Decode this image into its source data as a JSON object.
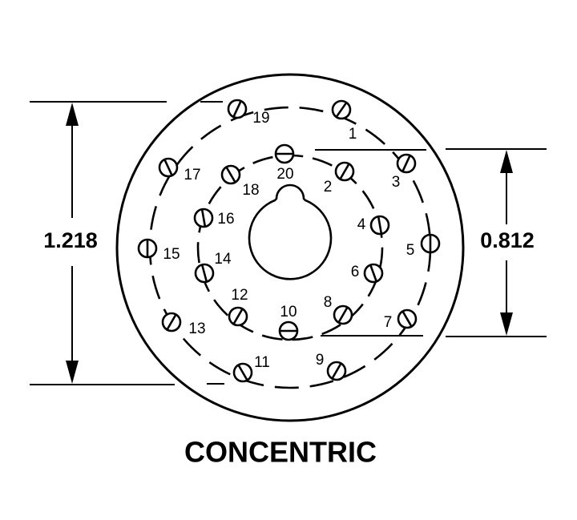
{
  "title": "CONCENTRIC",
  "dimensions": {
    "outer_circle_diameter": "1.218",
    "inner_circle_diameter": "0.812"
  },
  "outer_ring_pins": [
    "1",
    "3",
    "5",
    "7",
    "9",
    "11",
    "13",
    "15",
    "17",
    "19"
  ],
  "inner_ring_pins": [
    "2",
    "4",
    "6",
    "8",
    "10",
    "12",
    "14",
    "16",
    "18",
    "20"
  ]
}
